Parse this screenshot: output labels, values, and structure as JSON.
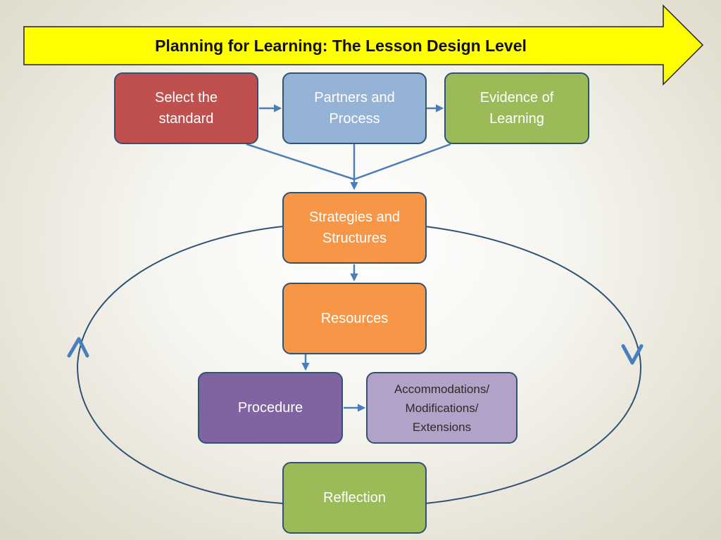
{
  "title": "Planning for Learning: The Lesson Design Level",
  "colors": {
    "banner_fill": "#ffff00",
    "connector": "#4a7ebb",
    "select_standard": "#c0504d",
    "partners_process": "#95b3d7",
    "evidence": "#9bbb59",
    "strategies": "#f79646",
    "resources": "#f79646",
    "procedure": "#8064a2",
    "accommodations": "#b3a2c7",
    "reflection": "#9bbb59",
    "box_border": "#2f5373"
  },
  "nodes": {
    "select_standard": "Select the\nstandard",
    "partners_process": "Partners and\nProcess",
    "evidence": "Evidence of\nLearning",
    "strategies": "Strategies and\nStructures",
    "resources": "Resources",
    "procedure": "Procedure",
    "accommodations": "Accommodations/\nModifications/\nExtensions",
    "reflection": "Reflection"
  }
}
